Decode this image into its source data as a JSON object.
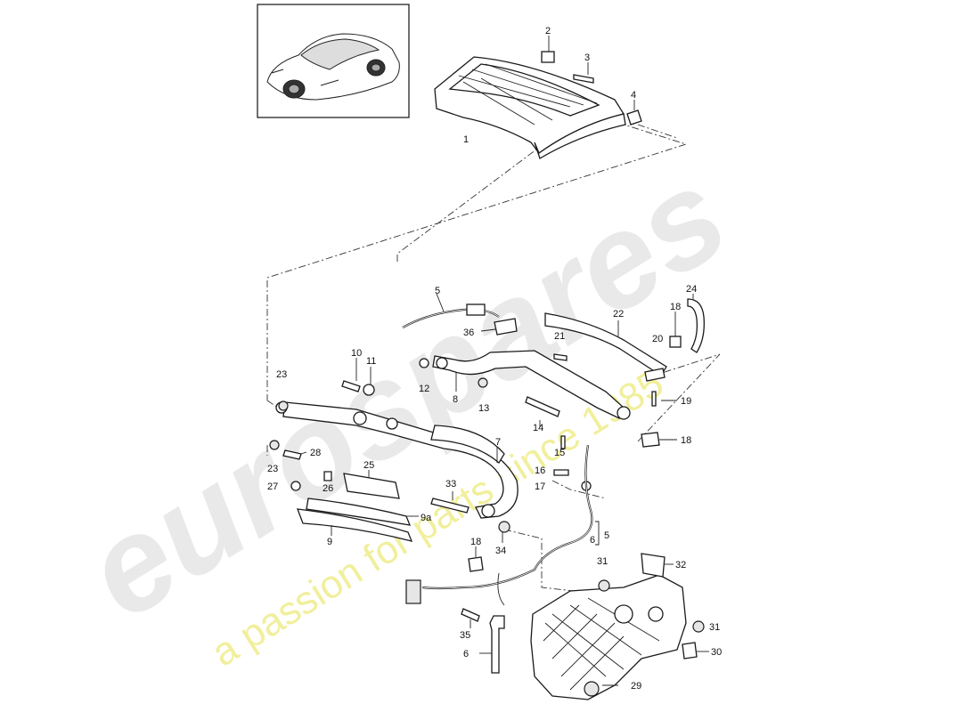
{
  "watermark": {
    "brand": "eurospares",
    "tagline": "a passion for parts since 1985"
  },
  "callouts": {
    "c1": "1",
    "c2": "2",
    "c3": "3",
    "c4": "4",
    "c5a": "5",
    "c5b": "5",
    "c6a": "6",
    "c6b": "6",
    "c7": "7",
    "c8": "8",
    "c9": "9",
    "c9a": "9a",
    "c10": "10",
    "c11": "11",
    "c12": "12",
    "c13": "13",
    "c14": "14",
    "c15": "15",
    "c16": "16",
    "c17": "17",
    "c18a": "18",
    "c18b": "18",
    "c18c": "18",
    "c19": "19",
    "c20": "20",
    "c21": "21",
    "c22": "22",
    "c23a": "23",
    "c23b": "23",
    "c24": "24",
    "c25": "25",
    "c26": "26",
    "c27": "27",
    "c28": "28",
    "c29": "29",
    "c30": "30",
    "c31a": "31",
    "c31b": "31",
    "c32": "32",
    "c33": "33",
    "c34": "34",
    "c35": "35",
    "c36": "36"
  }
}
